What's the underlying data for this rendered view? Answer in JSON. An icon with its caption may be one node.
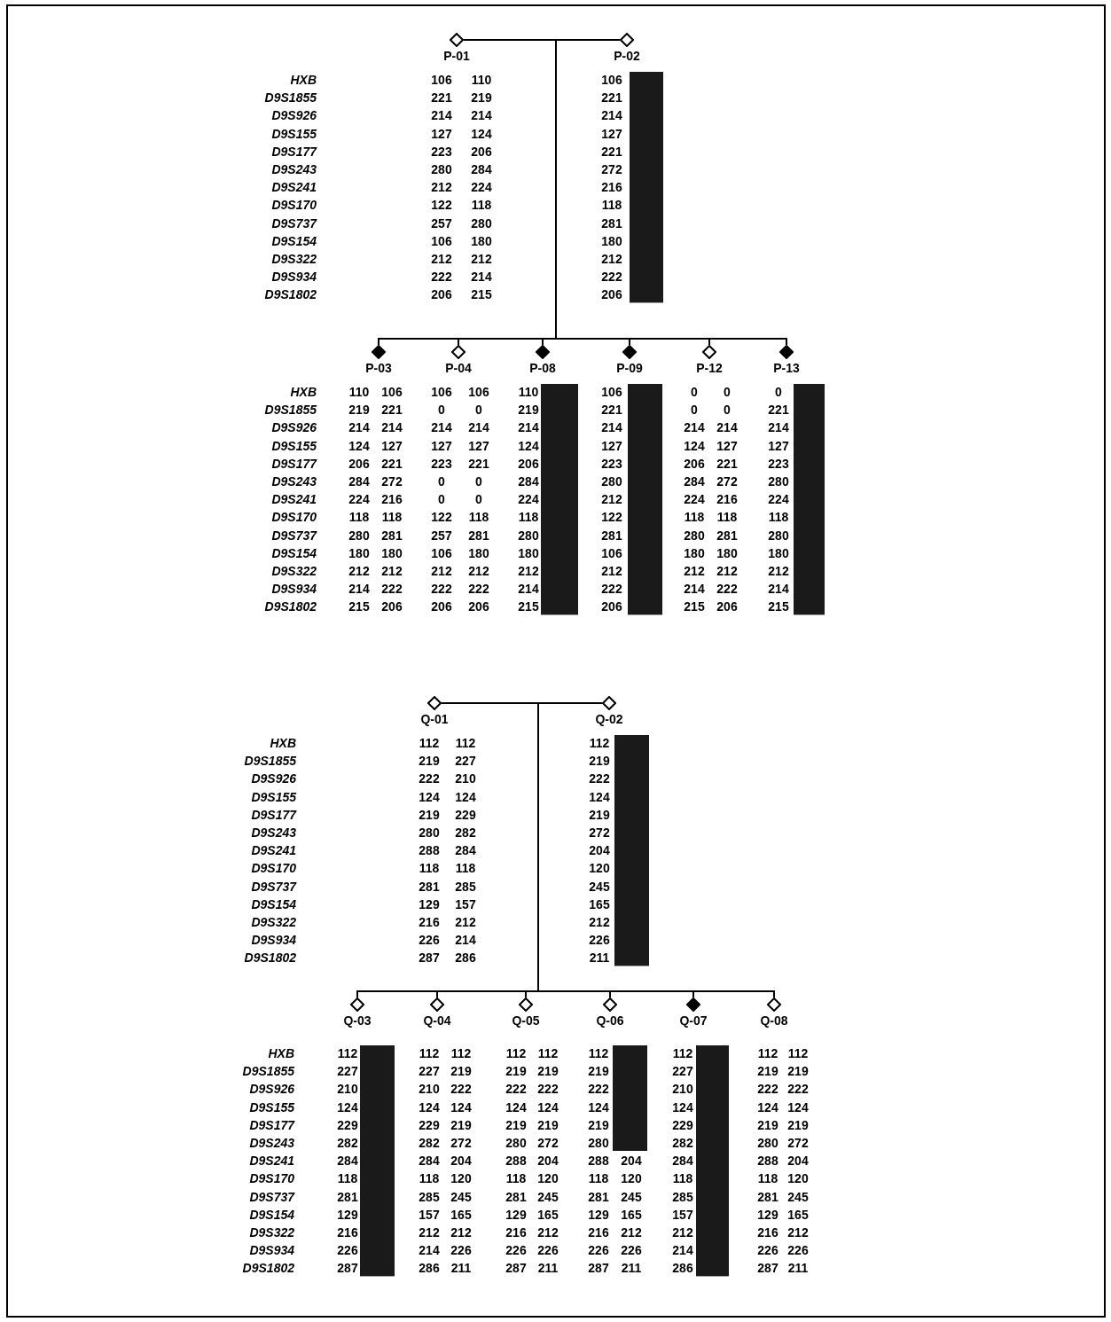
{
  "diagram": {
    "nodes": [
      {
        "text": [
          "P-01"
        ]
      },
      {
        "text": [
          "P-02"
        ]
      },
      {
        "text": [
          "P-03"
        ]
      },
      {
        "text": [
          "P-04"
        ]
      },
      {
        "text": [
          "P-08"
        ]
      },
      {
        "text": [
          "P-09"
        ]
      },
      {
        "text": [
          "P-12"
        ]
      },
      {
        "text": [
          "P-13"
        ]
      },
      {
        "text": [
          "Q-01"
        ]
      },
      {
        "text": [
          "Q-02"
        ]
      },
      {
        "text": [
          "Q-03"
        ]
      },
      {
        "text": [
          "Q-04"
        ]
      },
      {
        "text": [
          "Q-05"
        ]
      },
      {
        "text": [
          "Q-06"
        ]
      },
      {
        "text": [
          "Q-07"
        ]
      },
      {
        "text": [
          "Q-08"
        ]
      },
      {
        "text": [],
        "shape": "bar"
      },
      {
        "text": [],
        "shape": "bar"
      },
      {
        "text": [],
        "shape": "bar"
      },
      {
        "text": [],
        "shape": "bar"
      },
      {
        "text": [],
        "shape": "bar"
      },
      {
        "text": [],
        "shape": "bar"
      },
      {
        "text": [],
        "shape": "bar"
      },
      {
        "text": [],
        "shape": "bar"
      }
    ],
    "edges": [
      {
        "from": 0,
        "to": 1,
        "arrow": "none"
      },
      {
        "from": 0,
        "to": 2,
        "arrow": "none"
      },
      {
        "from": 1,
        "to": 2,
        "arrow": "none"
      },
      {
        "from": 0,
        "to": 3,
        "arrow": "none"
      },
      {
        "from": 1,
        "to": 3,
        "arrow": "none"
      },
      {
        "from": 0,
        "to": 4,
        "arrow": "none"
      },
      {
        "from": 1,
        "to": 4,
        "arrow": "none"
      },
      {
        "from": 0,
        "to": 5,
        "arrow": "none"
      },
      {
        "from": 1,
        "to": 5,
        "arrow": "none"
      },
      {
        "from": 0,
        "to": 6,
        "arrow": "none"
      },
      {
        "from": 1,
        "to": 6,
        "arrow": "none"
      },
      {
        "from": 0,
        "to": 7,
        "arrow": "none"
      },
      {
        "from": 1,
        "to": 7,
        "arrow": "none"
      },
      {
        "from": 8,
        "to": 9,
        "arrow": "none"
      },
      {
        "from": 8,
        "to": 10,
        "arrow": "none"
      },
      {
        "from": 9,
        "to": 10,
        "arrow": "none"
      },
      {
        "from": 8,
        "to": 11,
        "arrow": "none"
      },
      {
        "from": 9,
        "to": 11,
        "arrow": "none"
      },
      {
        "from": 8,
        "to": 12,
        "arrow": "none"
      },
      {
        "from": 9,
        "to": 12,
        "arrow": "none"
      },
      {
        "from": 8,
        "to": 13,
        "arrow": "none"
      },
      {
        "from": 9,
        "to": 13,
        "arrow": "none"
      },
      {
        "from": 8,
        "to": 14,
        "arrow": "none"
      },
      {
        "from": 9,
        "to": 14,
        "arrow": "none"
      },
      {
        "from": 8,
        "to": 15,
        "arrow": "none"
      },
      {
        "from": 9,
        "to": 15,
        "arrow": "none"
      }
    ],
    "labels": [
      "HXB",
      "106",
      "110",
      "106",
      "D9S1855",
      "221",
      "219",
      "221",
      "D9S926",
      "214",
      "214",
      "214",
      "D9S155",
      "127",
      "124",
      "127",
      "D9S177",
      "223",
      "206",
      "221",
      "D9S243",
      "280",
      "284",
      "272",
      "D9S241",
      "212",
      "224",
      "216",
      "D9S170",
      "122",
      "118",
      "118",
      "D9S737",
      "257",
      "280",
      "281",
      "D9S154",
      "106",
      "180",
      "180",
      "D9S322",
      "212",
      "212",
      "212",
      "D9S934",
      "222",
      "214",
      "222",
      "D9S1802",
      "206",
      "215",
      "206",
      "HXB",
      "110",
      "106",
      "106",
      "106",
      "110",
      "106",
      "0",
      "0",
      "0",
      "D9S1855",
      "219",
      "221",
      "0",
      "0",
      "219",
      "221",
      "0",
      "0",
      "221",
      "D9S926",
      "214",
      "214",
      "214",
      "214",
      "214",
      "214",
      "214",
      "214",
      "214",
      "D9S155",
      "124",
      "127",
      "127",
      "127",
      "124",
      "127",
      "124",
      "127",
      "127",
      "D9S177",
      "206",
      "221",
      "223",
      "221",
      "206",
      "223",
      "206",
      "221",
      "223",
      "D9S243",
      "284",
      "272",
      "0",
      "0",
      "284",
      "280",
      "284",
      "272",
      "280",
      "D9S241",
      "224",
      "216",
      "0",
      "0",
      "224",
      "212",
      "224",
      "216",
      "224",
      "D9S170",
      "118",
      "118",
      "122",
      "118",
      "118",
      "122",
      "118",
      "118",
      "118",
      "D9S737",
      "280",
      "281",
      "257",
      "281",
      "280",
      "281",
      "280",
      "281",
      "280",
      "D9S154",
      "180",
      "180",
      "106",
      "180",
      "180",
      "106",
      "180",
      "180",
      "180",
      "D9S322",
      "212",
      "212",
      "212",
      "212",
      "212",
      "212",
      "212",
      "212",
      "212",
      "D9S934",
      "214",
      "222",
      "222",
      "222",
      "214",
      "222",
      "214",
      "222",
      "214",
      "D9S1802",
      "215",
      "206",
      "206",
      "206",
      "215",
      "206",
      "215",
      "206",
      "215",
      "HXB",
      "112",
      "112",
      "112",
      "D9S1855",
      "219",
      "227",
      "219",
      "D9S926",
      "222",
      "210",
      "222",
      "D9S155",
      "124",
      "124",
      "124",
      "D9S177",
      "219",
      "229",
      "219",
      "D9S243",
      "280",
      "282",
      "272",
      "D9S241",
      "288",
      "284",
      "204",
      "D9S170",
      "118",
      "118",
      "120",
      "D9S737",
      "281",
      "285",
      "245",
      "D9S154",
      "129",
      "157",
      "165",
      "D9S322",
      "216",
      "212",
      "212",
      "D9S934",
      "226",
      "214",
      "226",
      "D9S1802",
      "287",
      "286",
      "211",
      "HXB",
      "112",
      "112",
      "112",
      "112",
      "112",
      "112",
      "112",
      "112",
      "112",
      "D9S1855",
      "227",
      "227",
      "219",
      "219",
      "219",
      "219",
      "227",
      "219",
      "219",
      "D9S926",
      "210",
      "210",
      "222",
      "222",
      "222",
      "222",
      "210",
      "222",
      "222",
      "D9S155",
      "124",
      "124",
      "124",
      "124",
      "124",
      "124",
      "124",
      "124",
      "124",
      "D9S177",
      "229",
      "229",
      "219",
      "219",
      "219",
      "219",
      "229",
      "219",
      "219",
      "D9S243",
      "282",
      "282",
      "272",
      "280",
      "272",
      "280",
      "282",
      "280",
      "272",
      "D9S241",
      "284",
      "284",
      "204",
      "288",
      "204",
      "288",
      "204",
      "284",
      "288",
      "204",
      "D9S170",
      "118",
      "118",
      "120",
      "118",
      "120",
      "118",
      "120",
      "118",
      "118",
      "120",
      "D9S737",
      "281",
      "285",
      "245",
      "281",
      "245",
      "281",
      "245",
      "285",
      "281",
      "245",
      "D9S154",
      "129",
      "157",
      "165",
      "129",
      "165",
      "129",
      "165",
      "157",
      "129",
      "165",
      "D9S322",
      "216",
      "212",
      "212",
      "216",
      "212",
      "216",
      "212",
      "212",
      "216",
      "212",
      "D9S934",
      "226",
      "214",
      "226",
      "226",
      "226",
      "226",
      "226",
      "214",
      "226",
      "226",
      "D9S1802",
      "287",
      "286",
      "211",
      "287",
      "211",
      "287",
      "211",
      "286",
      "287",
      "211"
    ]
  }
}
